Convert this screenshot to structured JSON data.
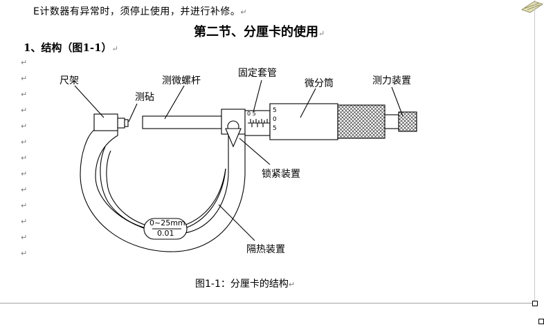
{
  "document": {
    "intro_line": "E计数器有异常时，须停止使用，并进行补修。",
    "section_title": "第二节、分厘卡的使用",
    "subsection_title": "1、结构（图1-1）",
    "paragraph_mark": "↵",
    "caption": "图1-1：分厘卡的结构"
  },
  "figure": {
    "labels": {
      "frame": "尺架",
      "anvil": "测砧",
      "spindle": "测微螺杆",
      "sleeve": "固定套管",
      "thimble": "微分筒",
      "ratchet": "测力装置",
      "lock": "锁紧装置",
      "insulator": "隔热装置"
    },
    "plate_range": "0~25mm",
    "plate_resolution": "0.01",
    "sleeve_scale": "0 5",
    "thimble_scale": [
      "5",
      "0",
      "5"
    ]
  },
  "colors": {
    "line": "#000000",
    "paragraph_mark": "#7a7a7a",
    "knurl_fill": "#cfcfcf"
  }
}
